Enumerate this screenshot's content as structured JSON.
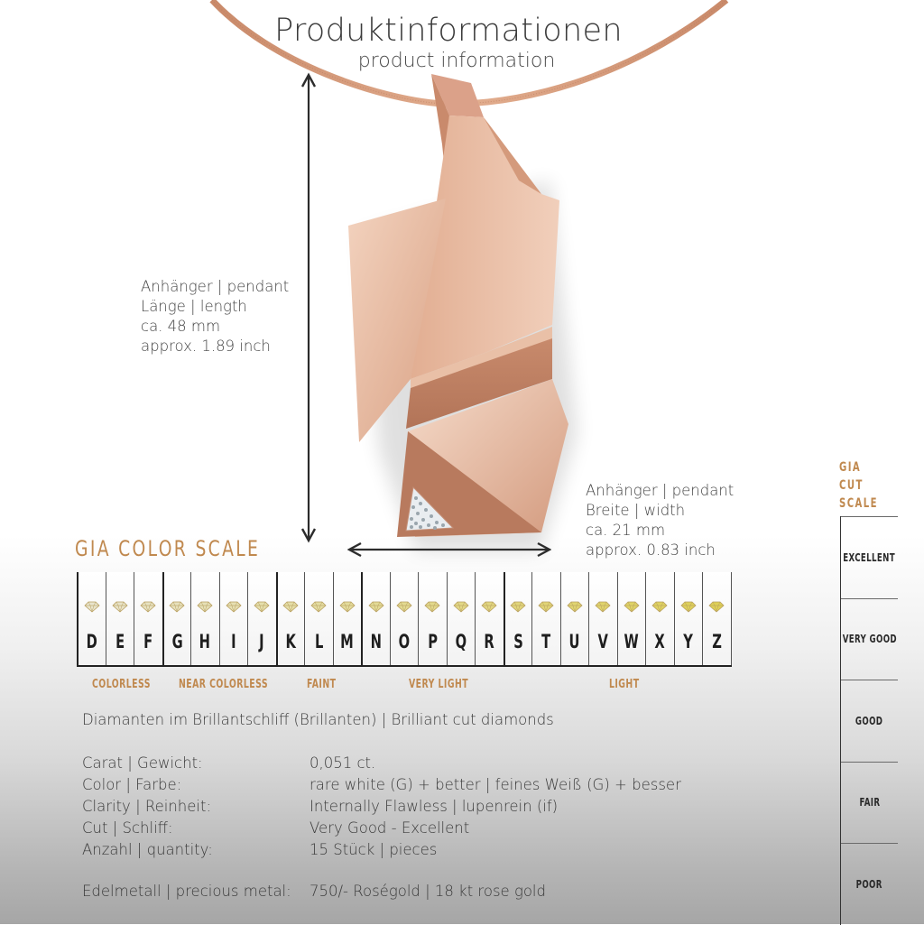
{
  "header": {
    "title": "Produktinformationen",
    "subtitle": "product information"
  },
  "length_info": {
    "line1": "Anhänger | pendant",
    "line2": "Länge | length",
    "line3": "ca. 48  mm",
    "line4": "approx. 1.89 inch"
  },
  "width_info": {
    "line1": "Anhänger | pendant",
    "line2": "Breite | width",
    "line3": "ca. 21 mm",
    "line4": "approx. 0.83 inch"
  },
  "color_scale": {
    "title": "GIA COLOR SCALE",
    "grades": [
      "D",
      "E",
      "F",
      "G",
      "H",
      "I",
      "J",
      "K",
      "L",
      "M",
      "N",
      "O",
      "P",
      "Q",
      "R",
      "S",
      "T",
      "U",
      "V",
      "W",
      "X",
      "Y",
      "Z"
    ],
    "categories": [
      {
        "label": "COLORLESS",
        "grades": "D-F"
      },
      {
        "label": "NEAR COLORLESS",
        "grades": "G-J"
      },
      {
        "label": "FAINT",
        "grades": "K-M"
      },
      {
        "label": "VERY LIGHT",
        "grades": "N-R"
      },
      {
        "label": "LIGHT",
        "grades": "S-Z"
      }
    ]
  },
  "cut_scale": {
    "title_lines": [
      "GIA",
      "CUT",
      "SCALE"
    ],
    "grades": [
      "EXCELLENT",
      "VERY GOOD",
      "GOOD",
      "FAIR",
      "POOR"
    ]
  },
  "diamonds": {
    "description": "Diamanten im Brillantschliff (Brillanten) | Brilliant cut diamonds",
    "specs": [
      {
        "label": "Carat | Gewicht:",
        "value": "0,051 ct."
      },
      {
        "label": "Color | Farbe:",
        "value": "rare white (G) + better | feines Weiß (G)  + besser"
      },
      {
        "label": "Clarity | Reinheit:",
        "value": "Internally Flawless | lupenrein (if)"
      },
      {
        "label": "Cut | Schliff:",
        "value": "Very Good - Excellent"
      },
      {
        "label": "Anzahl | quantity:",
        "value": "15 Stück | pieces"
      }
    ]
  },
  "metal": {
    "label": "Edelmetall | precious metal:",
    "value": "750/- Roségold | 18 kt rose gold"
  },
  "colors": {
    "accent_gold": "#c0894f",
    "rose_gold": "#d9a184",
    "text_dark": "#3a3a3a"
  }
}
